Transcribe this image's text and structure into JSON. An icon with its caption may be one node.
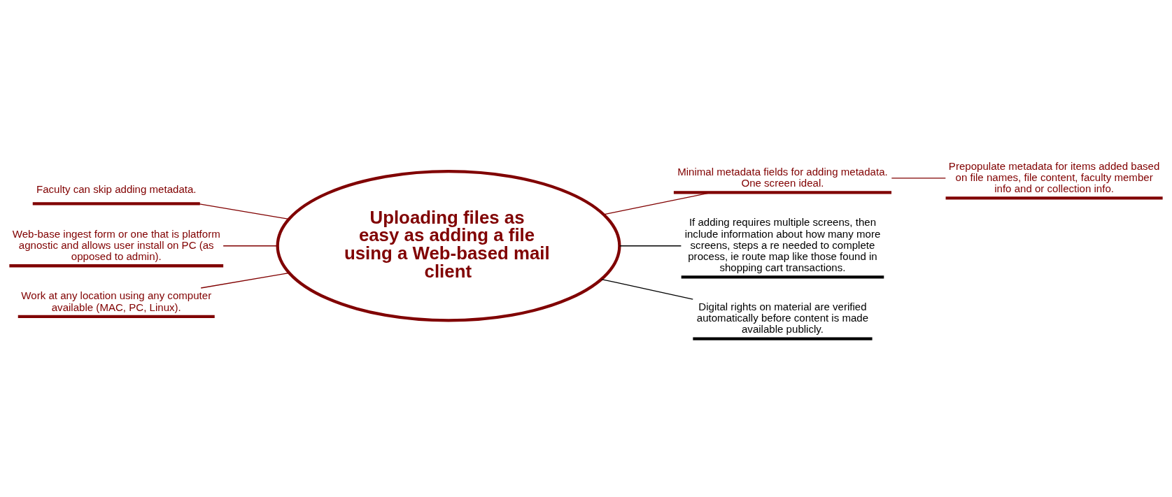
{
  "diagram": {
    "nodes": [
      {
        "text": [
          "Uploading files as easy as adding a file using a Web-based mail client"
        ]
      },
      {
        "text": [
          "Faculty can skip adding metadata."
        ]
      },
      {
        "text": [
          "Web-base ingest form or one that is platform agnostic and allows user install on PC (as opposed to admin)."
        ]
      },
      {
        "text": [
          "Work at any location using any computer available (MAC, PC, Linux)."
        ]
      },
      {
        "text": [
          "Minimal metadata fields for adding metadata. One screen ideal."
        ]
      },
      {
        "text": [
          "Prepopulate metadata for items added based on file names, file content, faculty member info and or collection info."
        ]
      },
      {
        "text": [
          "If adding requires multiple screens, then include information about how many more screens, steps a re needed to complete process, ie route map like those found in shopping cart transactions."
        ]
      },
      {
        "text": [
          "Digital rights on material are verified automatically before content is made available publicly."
        ]
      }
    ],
    "edges": [
      {
        "from": 1,
        "to": 0,
        "arrow": "none"
      },
      {
        "from": 2,
        "to": 0,
        "arrow": "none"
      },
      {
        "from": 3,
        "to": 0,
        "arrow": "none"
      },
      {
        "from": 0,
        "to": 4,
        "arrow": "none"
      },
      {
        "from": 4,
        "to": 5,
        "arrow": "none"
      },
      {
        "from": 0,
        "to": 6,
        "arrow": "none",
        "color": "#000000"
      },
      {
        "from": 0,
        "to": 7,
        "arrow": "none",
        "color": "#000000"
      }
    ]
  }
}
